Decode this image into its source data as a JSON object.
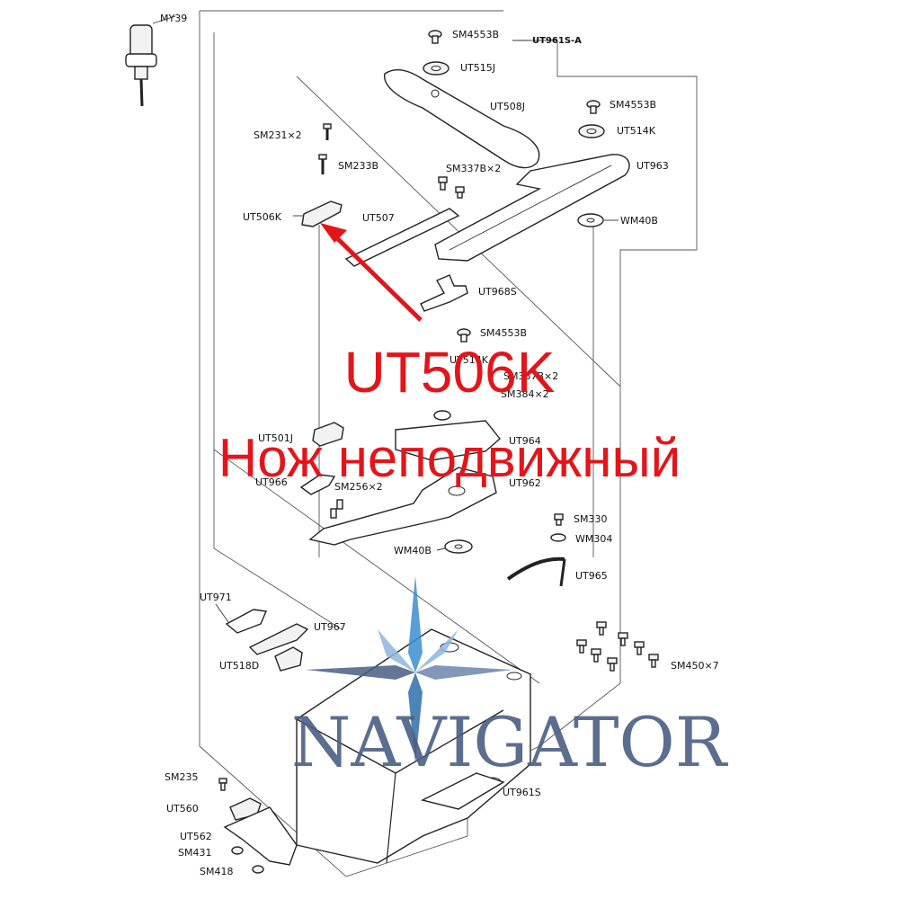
{
  "header": {
    "assembly_code": "UT961S-A"
  },
  "labels": {
    "my39": "MY39",
    "sm4553b_top": "SM4553B",
    "ut515j": "UT515J",
    "ut508j": "UT508J",
    "sm4553b_right": "SM4553B",
    "ut514k": "UT514K",
    "ut963": "UT963",
    "wm40b_top": "WM40B",
    "sm231": "SM231×2",
    "sm233b": "SM233B",
    "sm337b": "SM337B×2",
    "ut506k": "UT506K",
    "ut507": "UT507",
    "ut968s": "UT968S",
    "sm4553b_mid": "SM4553B",
    "ut514k_mid": "UT514K",
    "sm337b_mid": "SM337B×2",
    "sm384": "SM384×2",
    "ut501j": "UT501J",
    "ut964": "UT964",
    "ut966": "UT966",
    "sm256": "SM256×2",
    "ut962": "UT962",
    "sm330": "SM330",
    "wm304": "WM304",
    "wm40b_mid": "WM40B",
    "ut965": "UT965",
    "ut971": "UT971",
    "ut967": "UT967",
    "ut518d": "UT518D",
    "sm450": "SM450×7",
    "sm235": "SM235",
    "ut560": "UT560",
    "ut562": "UT562",
    "sm431": "SM431",
    "sm418": "SM418",
    "ut961s": "UT961S"
  },
  "callout": {
    "code": "UT506K",
    "description": "Нож неподвижный",
    "color": "#e3151b"
  },
  "watermark": {
    "brand": "NAVIGATOR",
    "color": "#4a5f84",
    "accent": "#3a8fd0"
  }
}
